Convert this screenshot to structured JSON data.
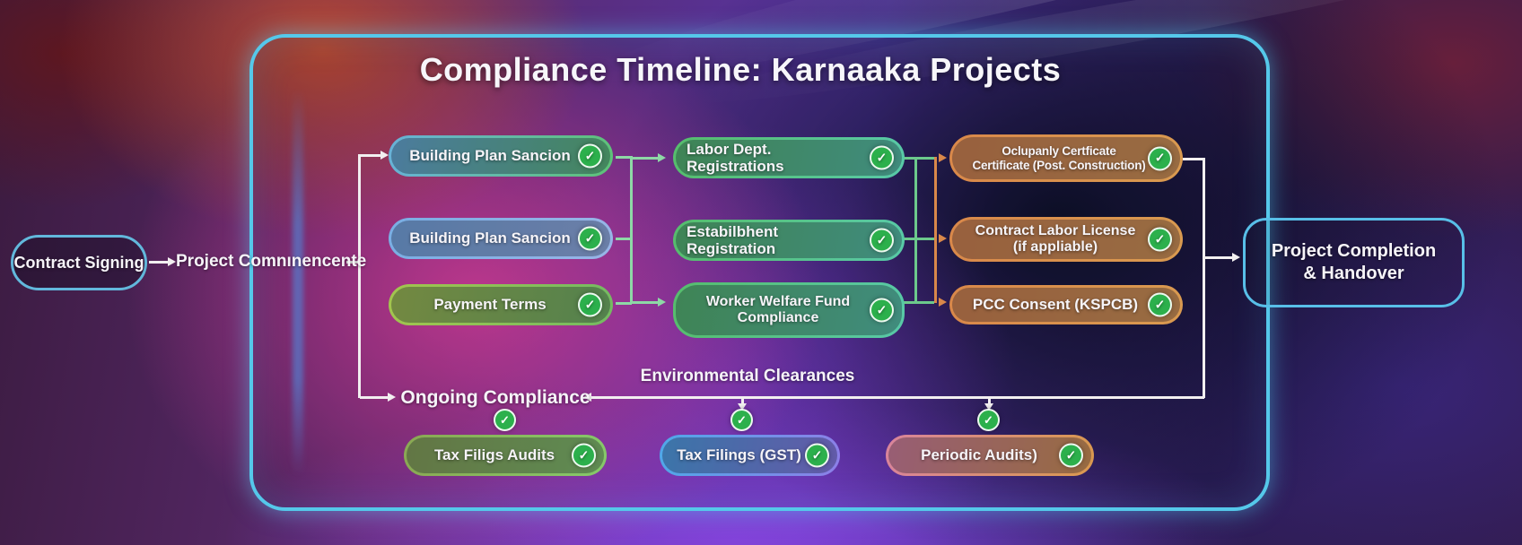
{
  "title": "Compliance Timeline: Karnaaka Projects",
  "flow": {
    "start": "Contract Signing",
    "commencement": "Project Comnınencente",
    "end_line1": "Project Completion",
    "end_line2": "& Handover"
  },
  "col1": {
    "p1": "Building Plan Sancion",
    "p2": "Building Plan Sancion",
    "p3": "Payment Terms"
  },
  "col2": {
    "p1": "Labor Dept. Registrations",
    "p2": "Estabilbhent Registration",
    "p3_line1": "Worker Welfare Fund",
    "p3_line2": "Compliance"
  },
  "col3": {
    "p1_line1": "Oclupanly Certficate",
    "p1_line2": "Certificate (Post. Construction)",
    "p2_line1": "Contract Labor License",
    "p2_line2": "(if appliable)",
    "p3": "PCC Consent (KSPCB)"
  },
  "bottom": {
    "environmental": "Environmental Clearances",
    "ongoing": "Ongoing Compliance",
    "b1": "Tax Filigs Audits",
    "b2": "Tax Filings (GST)",
    "b3": "Periodic Audits)"
  },
  "icons": {
    "check": "✓"
  },
  "colors": {
    "container_border": "#55c8ea",
    "check_fill": "#2cb04c",
    "col2_border": "#56bd6c",
    "col3_border": "#d9884a",
    "connector": "#f2eff0"
  }
}
